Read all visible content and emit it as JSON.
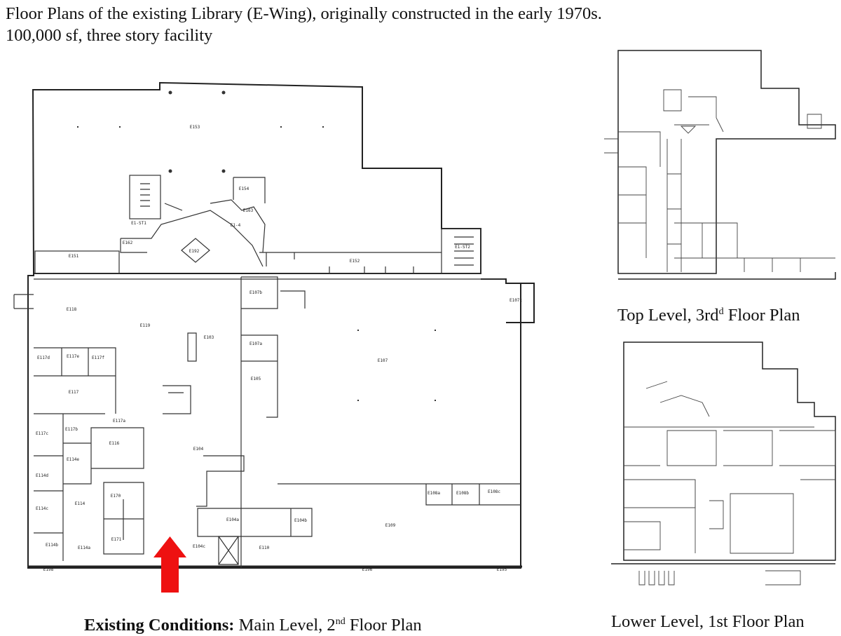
{
  "heading": {
    "line1": "Floor Plans of the existing Library (E-Wing), originally constructed in the early 1970s.",
    "line2": "100,000 sf, three story facility"
  },
  "captions": {
    "main_bold": "Existing Conditions:",
    "main_rest": " Main Level, 2",
    "main_sup": "nd",
    "main_end": " Floor Plan",
    "top_pre": "Top Level, 3rd",
    "top_sup": "d",
    "top_end": " Floor Plan",
    "lower": "Lower Level, 1st Floor Plan"
  },
  "main_plan": {
    "rooms": [
      "E153",
      "E154",
      "E163",
      "E1-ST1",
      "E1-4",
      "E162",
      "E192",
      "E1-ST2",
      "E151",
      "E152",
      "E107b",
      "E107c",
      "E118",
      "E119",
      "E103",
      "E107a",
      "E107",
      "E117d",
      "E117e",
      "E117f",
      "E105",
      "E117",
      "E117a",
      "E117b",
      "E117c",
      "E116",
      "E104",
      "E114e",
      "E114d",
      "E108a",
      "E108b",
      "E108c",
      "E170",
      "E114",
      "E104a",
      "E104b",
      "E114c",
      "E109",
      "E171",
      "E104c",
      "E110",
      "E114b",
      "E114a",
      "E198",
      "E196",
      "E195"
    ]
  },
  "colors": {
    "arrow": "#ee1111",
    "line": "#222222"
  }
}
